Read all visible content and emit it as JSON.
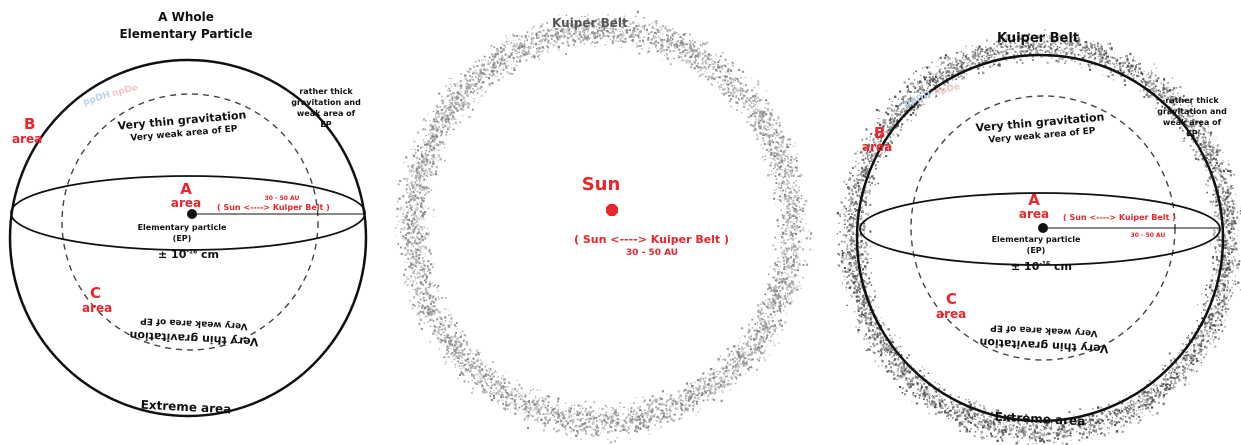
{
  "colors": {
    "accent_red": "#e8262c",
    "ink": "#111111",
    "belt_gray": "#9a9a9a",
    "faint_blue": "#b9d3ee",
    "faint_pink": "#f2c5c5"
  },
  "left": {
    "title_line1": "A Whole",
    "title_line2": "Elementary Particle",
    "faint_blue_text": "ppDH",
    "faint_pink_text": "npDe",
    "b_letter": "B",
    "b_area": "area",
    "thick_line1": "rather thick",
    "thick_line2": "gravitation and",
    "thick_line3": "weak area of",
    "thick_line4": "EP",
    "thin_top_line1": "Very thin gravitation",
    "thin_top_line2": "Very weak area of EP",
    "a_letter": "A",
    "a_area": "area",
    "distance": "30 - 50 AU",
    "sun_kuiper": "( Sun  <----> Kuiper Belt )",
    "ep_line1": "Elementary particle",
    "ep_line2": "(EP)",
    "size": "± 10",
    "size_exp": "-16",
    "size_unit": " cm",
    "c_letter": "C",
    "c_area": "area",
    "thin_bottom_line1": "Very weak area of EP",
    "thin_bottom_line2": "Very thin gravitation",
    "extreme": "Extreme area"
  },
  "middle": {
    "title": "Kuiper Belt",
    "sun": "Sun",
    "sun_kuiper": "( Sun  <----> Kuiper Belt )",
    "distance": "30 - 50 AU"
  },
  "right": {
    "title": "Kuiper Belt",
    "faint_blue_text": "ppDH",
    "faint_pink_text": "npDe",
    "b_letter": "B",
    "b_area": "area",
    "thick_line1": "rather thick",
    "thick_line2": "gravitation and",
    "thick_line3": "weak area of",
    "thick_line4": "EP",
    "thin_top_line1": "Very thin gravitation",
    "thin_top_line2": "Very weak area of EP",
    "a_letter": "A",
    "a_area": "area",
    "sun_kuiper": "( Sun  <----> Kuiper Belt )",
    "distance": "30 - 50 AU",
    "ep_line1": "Elementary particle",
    "ep_line2": "(EP)",
    "size": "± 10",
    "size_exp": "-16",
    "size_unit": " cm",
    "c_letter": "C",
    "c_area": "area",
    "thin_bottom_line1": "Very weak area of EP",
    "thin_bottom_line2": "Very thin gravitation",
    "extreme": "Extreme area"
  }
}
